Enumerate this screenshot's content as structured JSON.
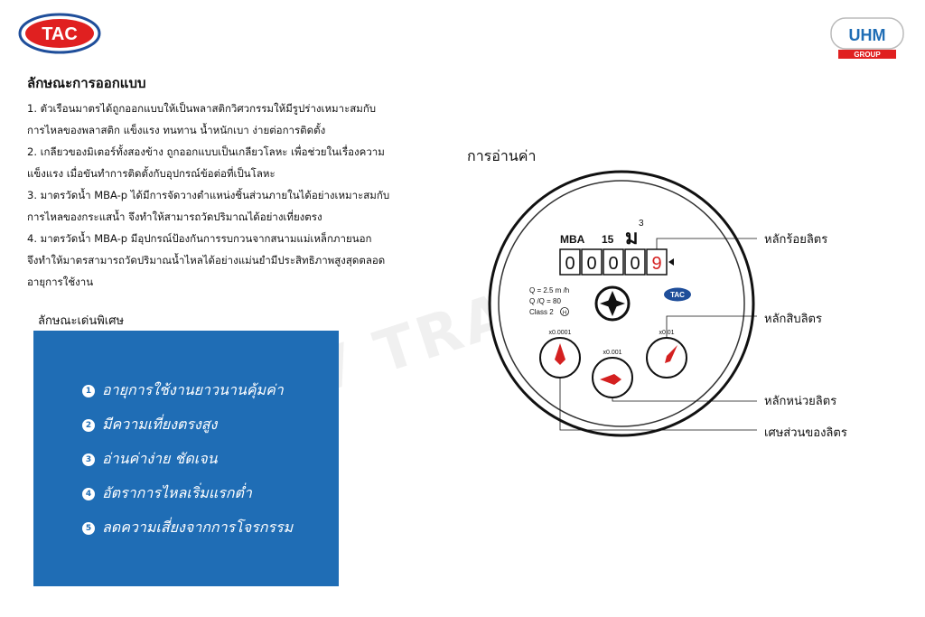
{
  "logos": {
    "left_text": "TAC",
    "right_text": "UHM",
    "right_sub": "GROUP"
  },
  "title": "ลักษณะการออกแบบ",
  "paragraphs": [
    [
      "1. ตัวเรือนมาตรได้ถูกออกแบบให้เป็นพลาสติกวิศวกรรมให้มีรูปร่างเหมาะสมกับ",
      "การไหลของพลาสติก แข็งแรง ทนทาน น้ำหนักเบา ง่ายต่อการติดตั้ง"
    ],
    [
      "2. เกลียวของมิเตอร์ทั้งสองข้าง  ถูกออกแบบเป็นเกลียวโลหะ เพื่อช่วยในเรื่องความ",
      "แข็งแรง เมื่อขันทำการติดตั้งกับอุปกรณ์ข้อต่อที่เป็นโลหะ"
    ],
    [
      "3. มาตรวัดน้ำ MBA-p ได้มีการจัดวางตำแหน่งชิ้นส่วนภายในได้อย่างเหมาะสมกับ",
      "การไหลของกระแสน้ำ จึงทำให้สามารถวัดปริมาณได้อย่างเที่ยงตรง"
    ],
    [
      "4. มาตรวัดน้ำ MBA-p มีอุปกรณ์ป้องกันการรบกวนจากสนามแม่เหล็กภายนอก",
      "จึงทำให้มาตรสามารถวัดปริมาณน้ำไหลได้อย่างแม่นยำมีประสิทธิภาพสูงสุดตลอด",
      "อายุการใช้งาน"
    ]
  ],
  "features_title": "ลักษณะเด่นพิเศษ",
  "features": [
    {
      "num": "1",
      "text": "อายุการใช้งานยาวนานคุ้มค่า"
    },
    {
      "num": "2",
      "text": "มีความเที่ยงตรงสูง"
    },
    {
      "num": "3",
      "text": "อ่านค่าง่าย ชัดเจน"
    },
    {
      "num": "4",
      "text": "อัตราการไหลเริ่มแรกต่ำ"
    },
    {
      "num": "5",
      "text": "ลดความเสี่ยงจากการโจรกรรม"
    }
  ],
  "reading_title": "การอ่านค่า",
  "meter": {
    "model": "MBA",
    "size": "15",
    "unit": "ม",
    "unit_sup": "3",
    "digits": [
      "0",
      "0",
      "0",
      "0",
      "9"
    ],
    "spec_q3": "Q  = 2.5 m /h",
    "spec_ratio": "Q /Q  = 80",
    "spec_class": "Class 2",
    "spec_class_mark": "H",
    "brand": "TAC",
    "dial_left": "x0.0001",
    "dial_mid": "x0.001",
    "dial_right": "x0.01"
  },
  "labels": {
    "hundreds": "หลักร้อยลิตร",
    "tens": "หลักสิบลิตร",
    "units": "หลักหน่วยลิตร",
    "fraction": "เศษส่วนของลิตร"
  },
  "watermark": "MLV TRADING",
  "colors": {
    "blue_box": "#1f6db5",
    "tac_red": "#e02020",
    "tac_blue": "#1f4e9a",
    "needle_red": "#d42020"
  }
}
